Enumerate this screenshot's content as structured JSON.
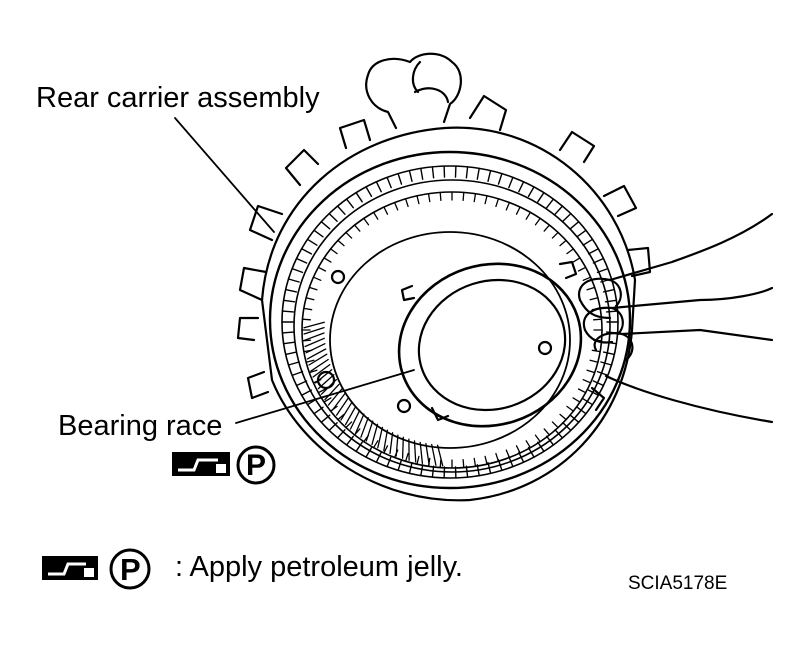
{
  "labels": {
    "rear_carrier": "Rear carrier assembly",
    "bearing_race": "Bearing race"
  },
  "legend": {
    "symbol_letter": "P",
    "text": ": Apply petroleum jelly."
  },
  "figure_code": "SCIA5178E",
  "icons": [
    "petroleum-jelly-applicator-icon",
    "petroleum-circle-p-icon"
  ]
}
